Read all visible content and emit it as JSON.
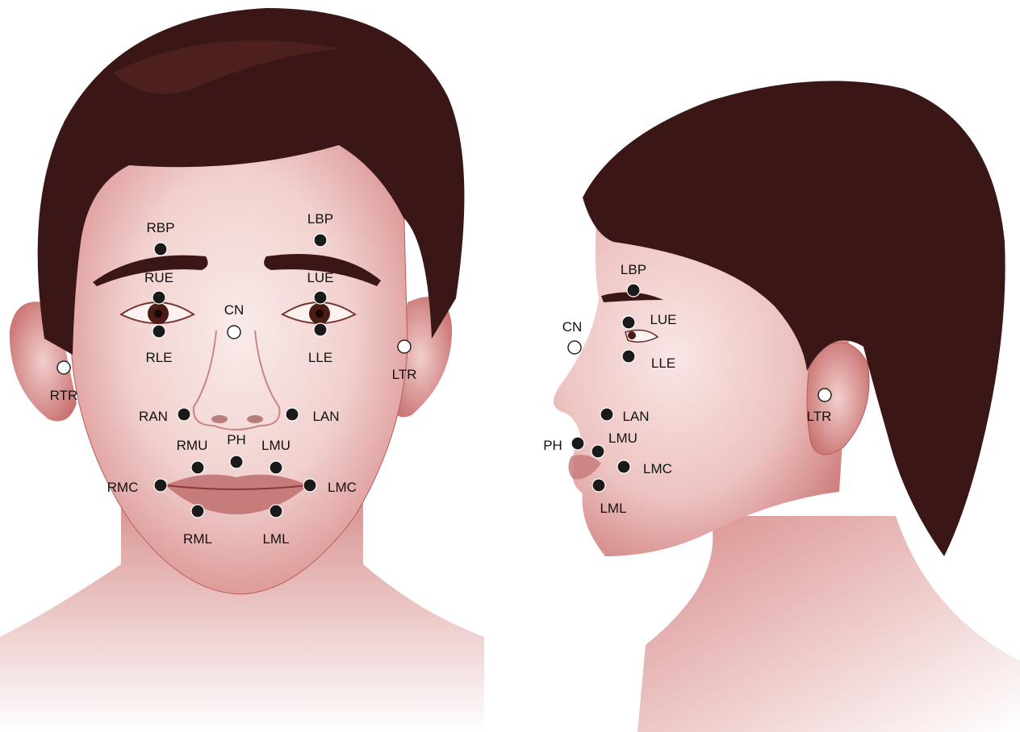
{
  "figure": {
    "colors": {
      "skin_light": "#f7e4e2",
      "skin_mid": "#eab7b5",
      "skin_shadow": "#c9716f",
      "hair": "#3a1716",
      "hair_dark": "#230c0b",
      "lip": "#c77c7c",
      "iris": "#4a1d16",
      "filled_marker": "#1a1a1a",
      "open_marker": "#ffffff"
    },
    "front_view": {
      "landmarks": [
        {
          "id": "RBP",
          "label": "RBP",
          "type": "filled"
        },
        {
          "id": "LBP",
          "label": "LBP",
          "type": "filled"
        },
        {
          "id": "RUE",
          "label": "RUE",
          "type": "filled"
        },
        {
          "id": "LUE",
          "label": "LUE",
          "type": "filled"
        },
        {
          "id": "CN",
          "label": "CN",
          "type": "open"
        },
        {
          "id": "RLE",
          "label": "RLE",
          "type": "filled"
        },
        {
          "id": "LLE",
          "label": "LLE",
          "type": "filled"
        },
        {
          "id": "RTR",
          "label": "RTR",
          "type": "open"
        },
        {
          "id": "LTR",
          "label": "LTR",
          "type": "open"
        },
        {
          "id": "RAN",
          "label": "RAN",
          "type": "filled"
        },
        {
          "id": "LAN",
          "label": "LAN",
          "type": "filled"
        },
        {
          "id": "RMU",
          "label": "RMU",
          "type": "filled"
        },
        {
          "id": "PH",
          "label": "PH",
          "type": "filled"
        },
        {
          "id": "LMU",
          "label": "LMU",
          "type": "filled"
        },
        {
          "id": "RMC",
          "label": "RMC",
          "type": "filled"
        },
        {
          "id": "LMC",
          "label": "LMC",
          "type": "filled"
        },
        {
          "id": "RML",
          "label": "RML",
          "type": "filled"
        },
        {
          "id": "LML",
          "label": "LML",
          "type": "filled"
        }
      ]
    },
    "side_view": {
      "landmarks": [
        {
          "id": "LBP",
          "label": "LBP",
          "type": "filled"
        },
        {
          "id": "LUE",
          "label": "LUE",
          "type": "filled"
        },
        {
          "id": "CN",
          "label": "CN",
          "type": "open"
        },
        {
          "id": "LLE",
          "label": "LLE",
          "type": "filled"
        },
        {
          "id": "LAN",
          "label": "LAN",
          "type": "filled"
        },
        {
          "id": "LTR",
          "label": "LTR",
          "type": "open"
        },
        {
          "id": "PH",
          "label": "PH",
          "type": "filled"
        },
        {
          "id": "LMU",
          "label": "LMU",
          "type": "filled"
        },
        {
          "id": "LMC",
          "label": "LMC",
          "type": "filled"
        },
        {
          "id": "LML",
          "label": "LML",
          "type": "filled"
        }
      ]
    }
  }
}
